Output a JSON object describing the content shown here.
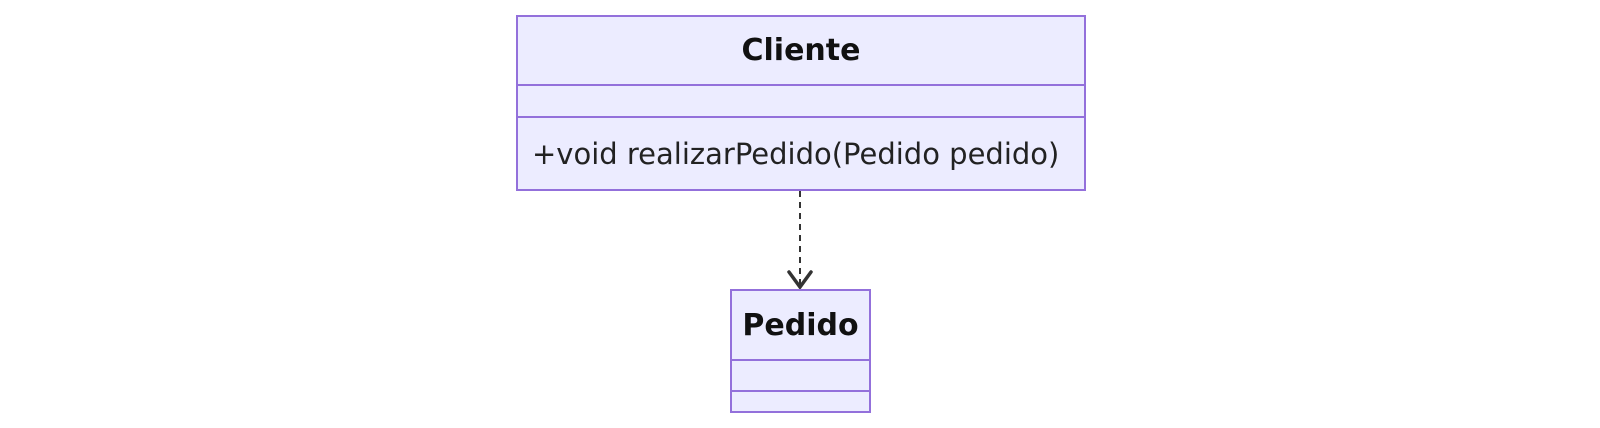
{
  "diagram": {
    "classes": [
      {
        "id": "cliente",
        "name": "Cliente",
        "attributes": [],
        "methods": [
          "+void realizarPedido(Pedido pedido)"
        ]
      },
      {
        "id": "pedido",
        "name": "Pedido",
        "attributes": [],
        "methods": []
      }
    ],
    "relationships": [
      {
        "from": "Cliente",
        "to": "Pedido",
        "type": "dependency",
        "line_style": "dashed",
        "arrowhead": "open"
      }
    ],
    "colors": {
      "class_fill": "#ececff",
      "class_border": "#9370db",
      "text": "#111111",
      "connector": "#333333"
    }
  }
}
